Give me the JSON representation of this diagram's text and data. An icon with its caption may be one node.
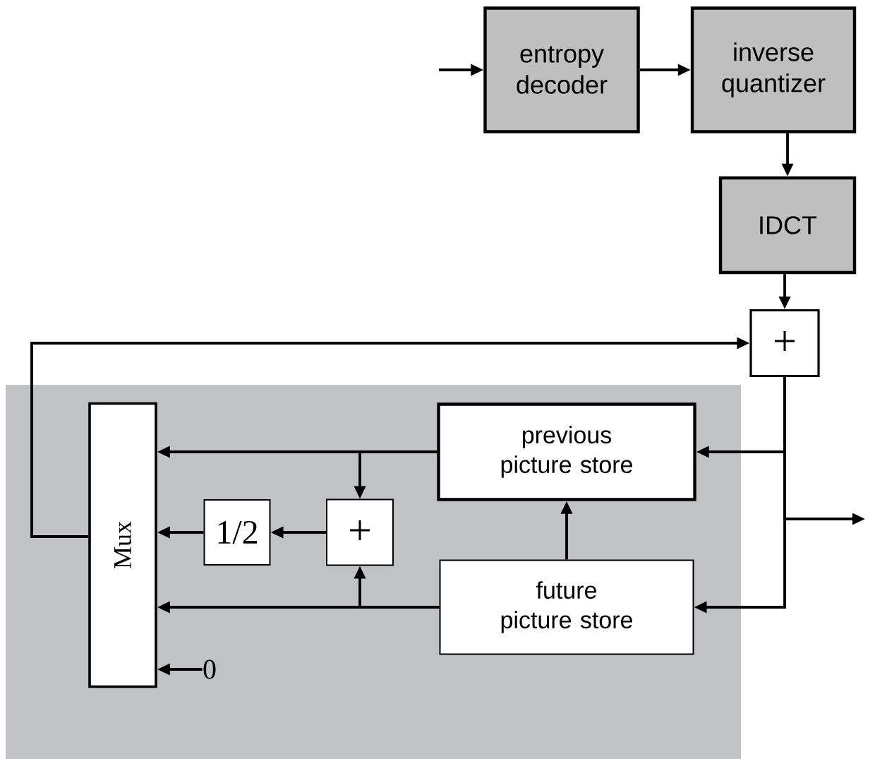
{
  "diagram": {
    "nodes": [
      {
        "text": [
          "entropy decoder"
        ]
      },
      {
        "text": [
          "inverse quantizer"
        ]
      },
      {
        "text": [
          "IDCT"
        ]
      },
      {
        "text": [
          "+"
        ]
      },
      {
        "text": [],
        "shape": "box"
      },
      {
        "text": [
          "Mux"
        ],
        "in": 4
      },
      {
        "text": [
          "previous picture store"
        ],
        "in": 4
      },
      {
        "text": [
          "1/2"
        ],
        "in": 4
      },
      {
        "text": [
          "+"
        ],
        "in": 4
      },
      {
        "text": [
          "future picture store"
        ],
        "in": 4
      },
      {
        "text": [
          "0"
        ],
        "in": 4
      }
    ],
    "edges": [
      {
        "from": null,
        "to": 0,
        "arrow": "to"
      },
      {
        "from": 0,
        "to": 1,
        "arrow": "to"
      },
      {
        "from": 1,
        "to": 2,
        "arrow": "to"
      },
      {
        "from": 2,
        "to": 3,
        "arrow": "to"
      },
      {
        "from": 5,
        "to": 3,
        "arrow": "to"
      },
      {
        "from": 3,
        "to": 6,
        "arrow": "to"
      },
      {
        "from": 3,
        "to": 9,
        "arrow": "to"
      },
      {
        "from": 3,
        "to": null,
        "arrow": "to"
      },
      {
        "from": 6,
        "to": 5,
        "arrow": "to"
      },
      {
        "from": 6,
        "to": 8,
        "arrow": "to"
      },
      {
        "from": 8,
        "to": 7,
        "arrow": "to"
      },
      {
        "from": 7,
        "to": 5,
        "arrow": "to"
      },
      {
        "from": 9,
        "to": 5,
        "arrow": "to"
      },
      {
        "from": 9,
        "to": 8,
        "arrow": "to"
      },
      {
        "from": 9,
        "to": 6,
        "arrow": "to"
      },
      {
        "from": 10,
        "to": 5,
        "arrow": "to"
      }
    ]
  }
}
